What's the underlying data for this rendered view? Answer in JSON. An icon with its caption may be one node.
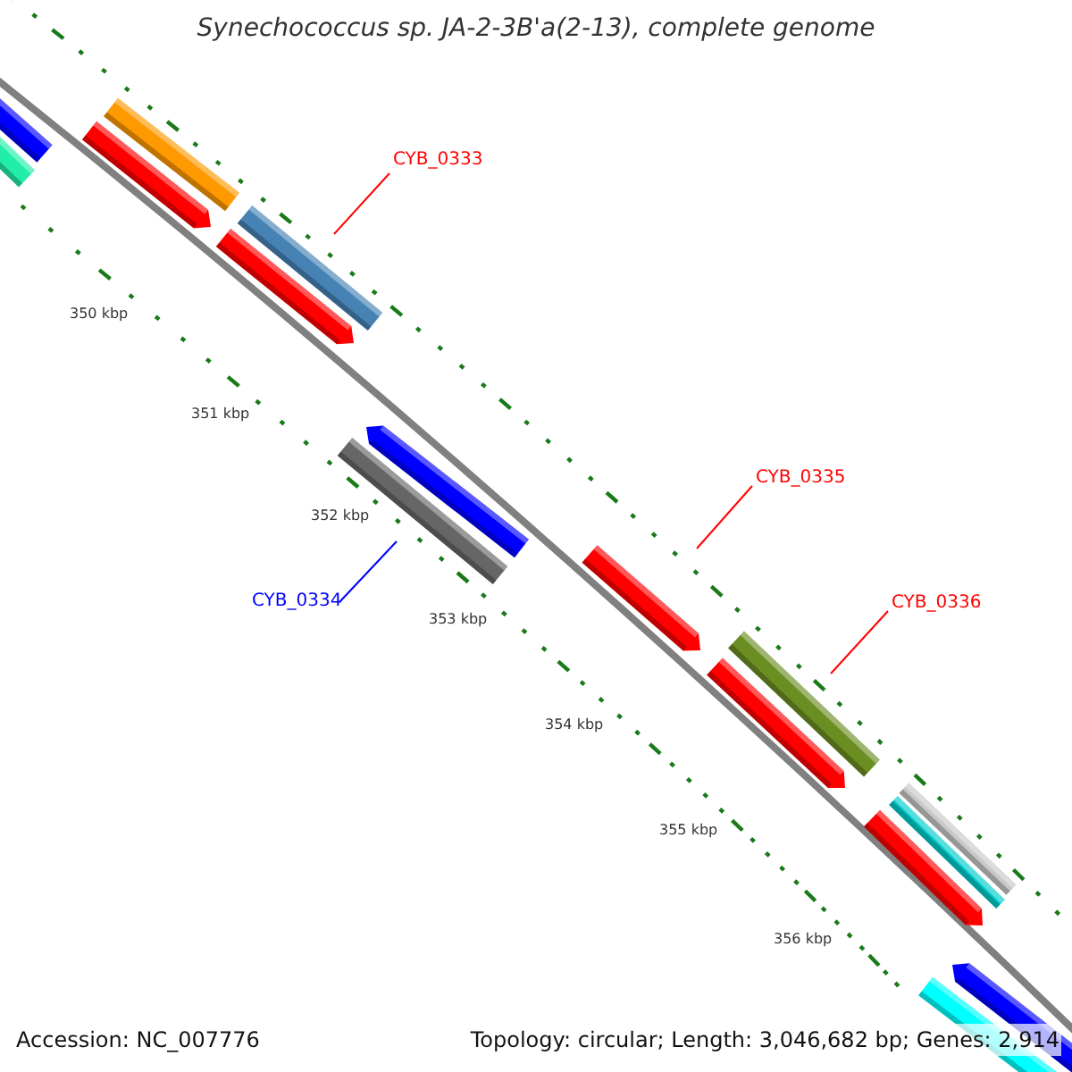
{
  "diagram": {
    "title": "Synechococcus sp. JA-2-3B'a(2-13), complete genome",
    "nodes": [
      {
        "text": [
          "CYB_0333"
        ]
      },
      {
        "text": [
          "CYB_0334"
        ]
      },
      {
        "text": [
          "CYB_0335"
        ]
      },
      {
        "text": [
          "CYB_0336"
        ]
      },
      {
        "text": [],
        "shape": "bar"
      },
      {
        "text": [],
        "shape": "bar"
      },
      {
        "text": [],
        "shape": "bar"
      },
      {
        "text": [],
        "shape": "bar"
      },
      {
        "text": [],
        "shape": "bar"
      },
      {
        "text": [],
        "shape": "bar"
      },
      {
        "text": [],
        "shape": "bar"
      },
      {
        "text": [],
        "shape": "bar"
      },
      {
        "text": [],
        "shape": "bar"
      },
      {
        "text": [],
        "shape": "bar"
      },
      {
        "text": [],
        "shape": "bar"
      },
      {
        "text": [],
        "shape": "bar"
      },
      {
        "text": [],
        "shape": "bar"
      },
      {
        "text": [],
        "shape": "bar"
      },
      {
        "text": [],
        "shape": "bar"
      },
      {
        "text": [],
        "shape": "bar"
      }
    ],
    "edges": [
      {
        "from": 0,
        "to": 8,
        "arrow": "none"
      },
      {
        "from": 1,
        "to": 11,
        "arrow": "none",
        "color": "#0000ff"
      },
      {
        "from": 2,
        "to": 12,
        "arrow": "none"
      },
      {
        "from": 3,
        "to": 13,
        "arrow": "none"
      }
    ],
    "labels": [
      "350 kbp",
      "351 kbp",
      "352 kbp",
      "353 kbp",
      "354 kbp",
      "355 kbp",
      "356 kbp",
      "Accession: NC_007776",
      "Topology: circular; Length: 3,046,682 bp; Genes: 2,914"
    ]
  }
}
